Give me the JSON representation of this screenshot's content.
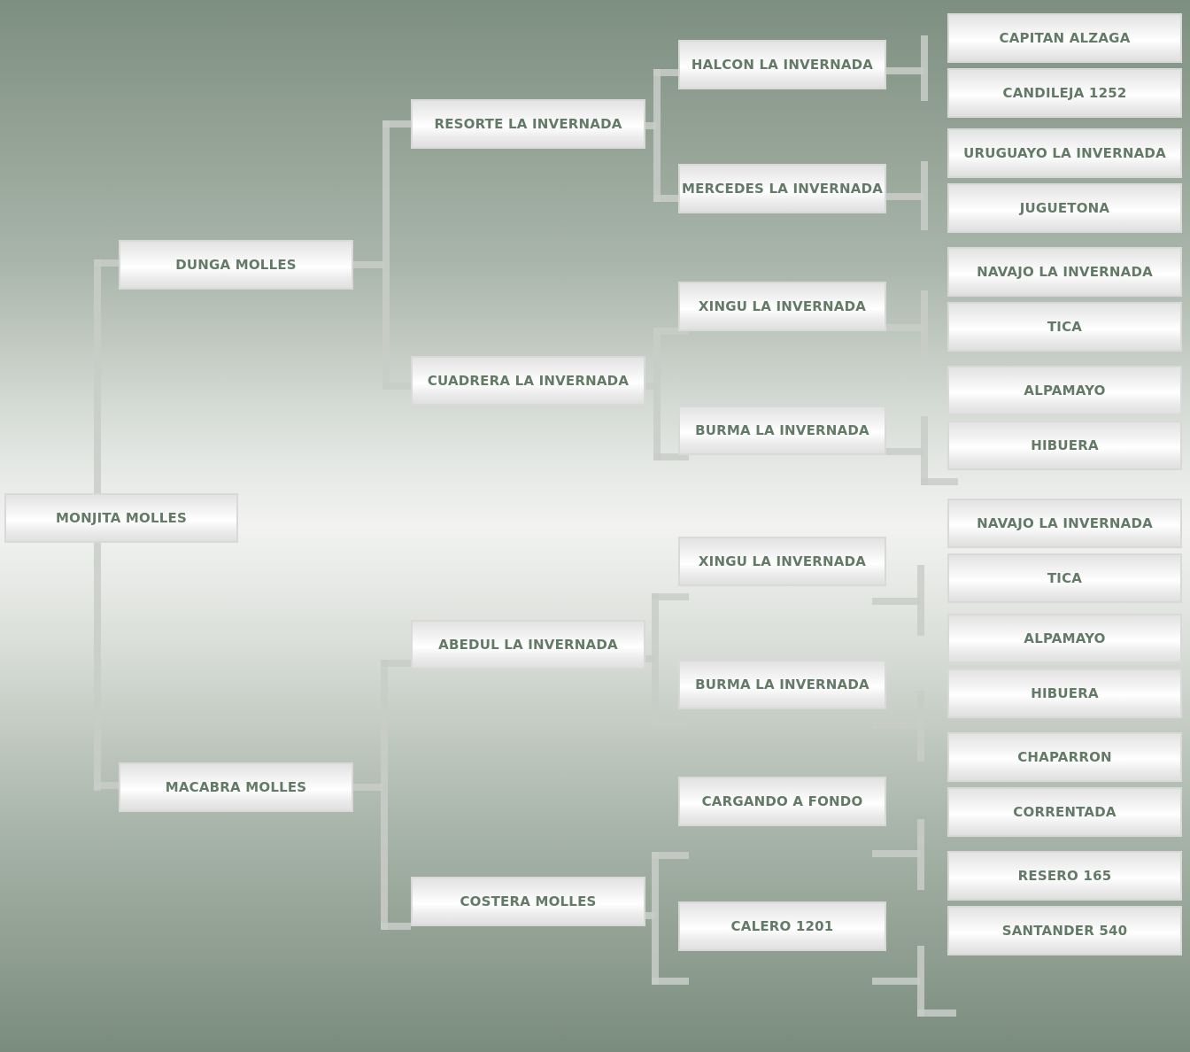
{
  "pedigree": {
    "subject": "MONJITA MOLLES",
    "parents": [
      "DUNGA MOLLES",
      "MACABRA MOLLES"
    ],
    "grandparents": [
      "RESORTE LA INVERNADA",
      "CUADRERA LA INVERNADA",
      "ABEDUL LA INVERNADA",
      "COSTERA MOLLES"
    ],
    "great_grandparents": [
      "HALCON LA INVERNADA",
      "MERCEDES LA INVERNADA",
      "XINGU LA INVERNADA",
      "BURMA LA INVERNADA",
      "XINGU LA INVERNADA",
      "BURMA LA INVERNADA",
      "CARGANDO A FONDO",
      "CALERO 1201"
    ],
    "great_great_grandparents": [
      "CAPITAN ALZAGA",
      "CANDILEJA 1252",
      "URUGUAYO LA INVERNADA",
      "JUGUETONA",
      "NAVAJO LA INVERNADA",
      "TICA",
      "ALPAMAYO",
      "HIBUERA",
      "NAVAJO LA INVERNADA",
      "TICA",
      "ALPAMAYO",
      "HIBUERA",
      "CHAPARRON",
      "CORRENTADA",
      "RESERO 165",
      "SANTANDER 540"
    ]
  },
  "colors": {
    "text": "#627a66",
    "line": "#c9ccc8"
  }
}
